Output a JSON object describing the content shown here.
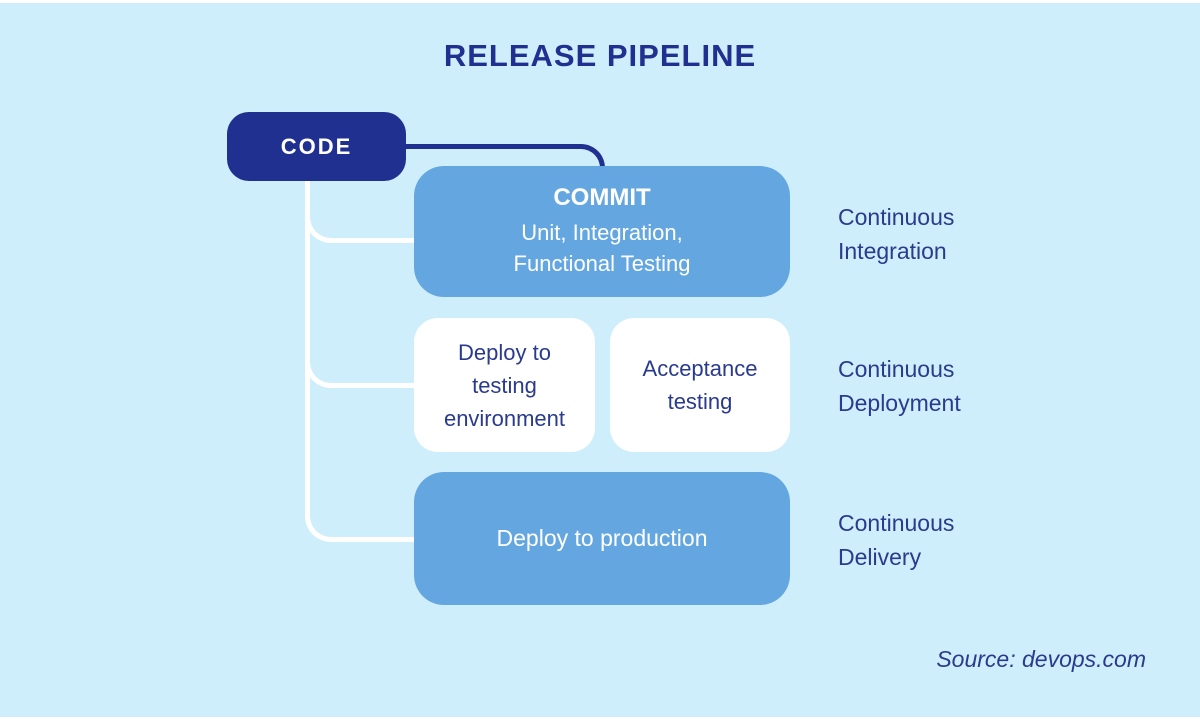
{
  "title": "RELEASE PIPELINE",
  "source": "Source: devops.com",
  "colors": {
    "background": "#cfeefb",
    "navy": "#1f3090",
    "text_navy": "#2a3a8e",
    "medium_blue": "#64a7e0",
    "white": "#ffffff"
  },
  "nodes": {
    "code": {
      "label": "CODE"
    },
    "commit": {
      "title": "COMMIT",
      "subtitle_line1": "Unit, Integration,",
      "subtitle_line2": "Functional Testing"
    },
    "deploy_testing": {
      "label": "Deploy to testing environment"
    },
    "acceptance": {
      "label": "Acceptance testing"
    },
    "deploy_production": {
      "label": "Deploy to production"
    }
  },
  "stage_labels": [
    {
      "label": "Continuous Integration"
    },
    {
      "label": "Continuous Deployment"
    },
    {
      "label": "Continuous Delivery"
    }
  ]
}
